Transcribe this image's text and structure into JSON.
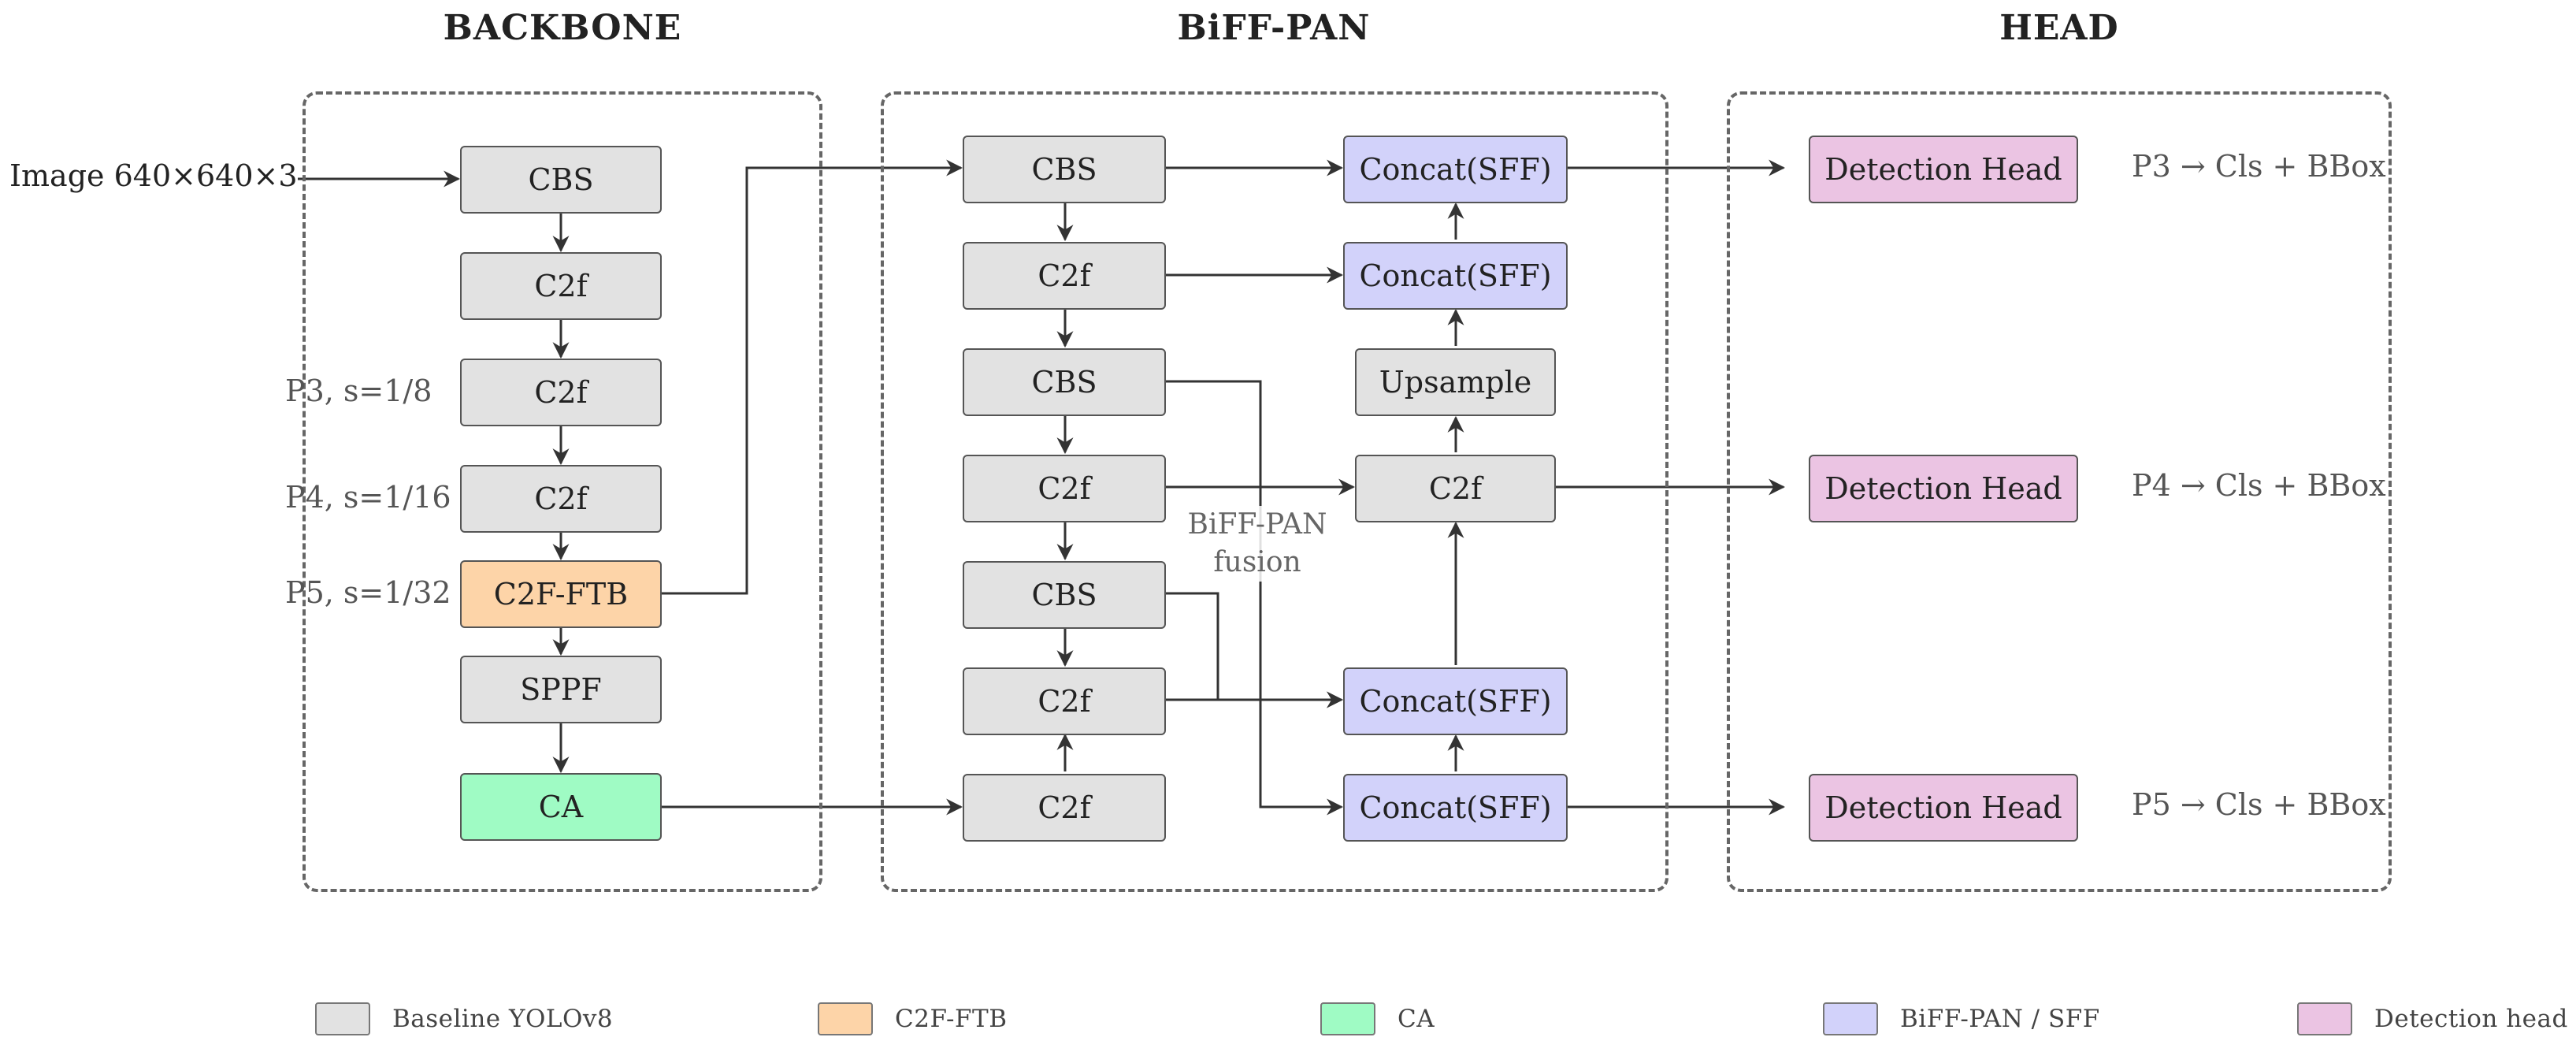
{
  "titles": {
    "backbone": "BACKBONE",
    "pan": "BiFF-PAN",
    "head": "HEAD"
  },
  "input_label": "Image 640×640×3",
  "backbone": {
    "cbs": "CBS",
    "c2f_1": "C2f",
    "c2f_2": "C2f",
    "c2f_3": "C2f",
    "c2f_ftb": "C2F-FTB",
    "sppf": "SPPF",
    "ca": "CA",
    "p3": "P3,  s=1/8",
    "p4": "P4,  s=1/16",
    "p5": "P5,  s=1/32"
  },
  "pan": {
    "left": [
      "CBS",
      "C2f",
      "CBS",
      "C2f",
      "CBS",
      "C2f",
      "C2f"
    ],
    "concat_top": "Concat(SFF)",
    "concat_2": "Concat(SFF)",
    "upsample": "Upsample",
    "c2f_mid": "C2f",
    "concat_lower": "Concat(SFF)",
    "concat_bottom": "Concat(SFF)",
    "fusion_label_1": "BiFF-PAN",
    "fusion_label_2": "fusion"
  },
  "head": {
    "det_1": "Detection Head",
    "det_2": "Detection Head",
    "det_3": "Detection Head",
    "out_1": "P3 → Cls + BBox",
    "out_2": "P4 → Cls + BBox",
    "out_3": "P5 → Cls + BBox"
  },
  "legend": [
    {
      "label": "Baseline YOLOv8",
      "color": "#e2e2e2"
    },
    {
      "label": "C2F-FTB",
      "color": "#fdd4a8"
    },
    {
      "label": "CA",
      "color": "#9ffbc4"
    },
    {
      "label": "BiFF-PAN / SFF",
      "color": "#d2d2fa"
    },
    {
      "label": "Detection head",
      "color": "#ebc4e3"
    }
  ],
  "colors": {
    "baseline": "#e2e2e2",
    "ftb": "#fdd4a8",
    "ca": "#9ffbc4",
    "sff": "#d2d2fa",
    "det": "#ebc4e3",
    "line": "#333333"
  }
}
